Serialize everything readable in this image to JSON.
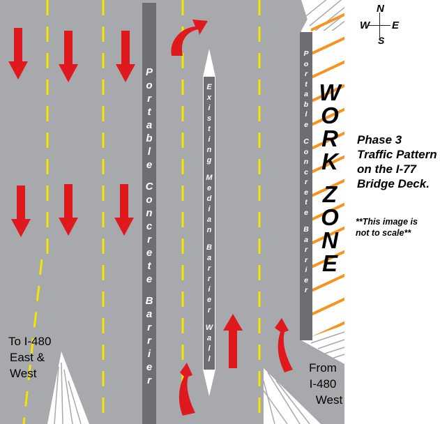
{
  "labels": {
    "portable_barrier_left": "Portable Concrete Barrier",
    "median_wall": "Existing Median Barrier Wall",
    "portable_barrier_right": "Portable Concrete Barrier",
    "work_zone": "WORK ZONE"
  },
  "compass": {
    "n": "N",
    "s": "S",
    "e": "E",
    "w": "W"
  },
  "title": {
    "line1": "Phase 3",
    "line2": "Traffic Pattern",
    "line3": "on the I-77",
    "line4": "Bridge Deck."
  },
  "note": {
    "line1": "**This image is",
    "line2": "not to scale**"
  },
  "exit_left": {
    "line1": "To I-480",
    "line2": "East &",
    "line3": "West"
  },
  "entry_right": {
    "line1": "From",
    "line2": "I-480",
    "line3": "West"
  },
  "colors": {
    "pavement": "#a7a9ac",
    "barrier": "#6d6e71",
    "lane_line": "#f2e600",
    "arrow": "#e0191f",
    "hatch": "#f7941d"
  }
}
